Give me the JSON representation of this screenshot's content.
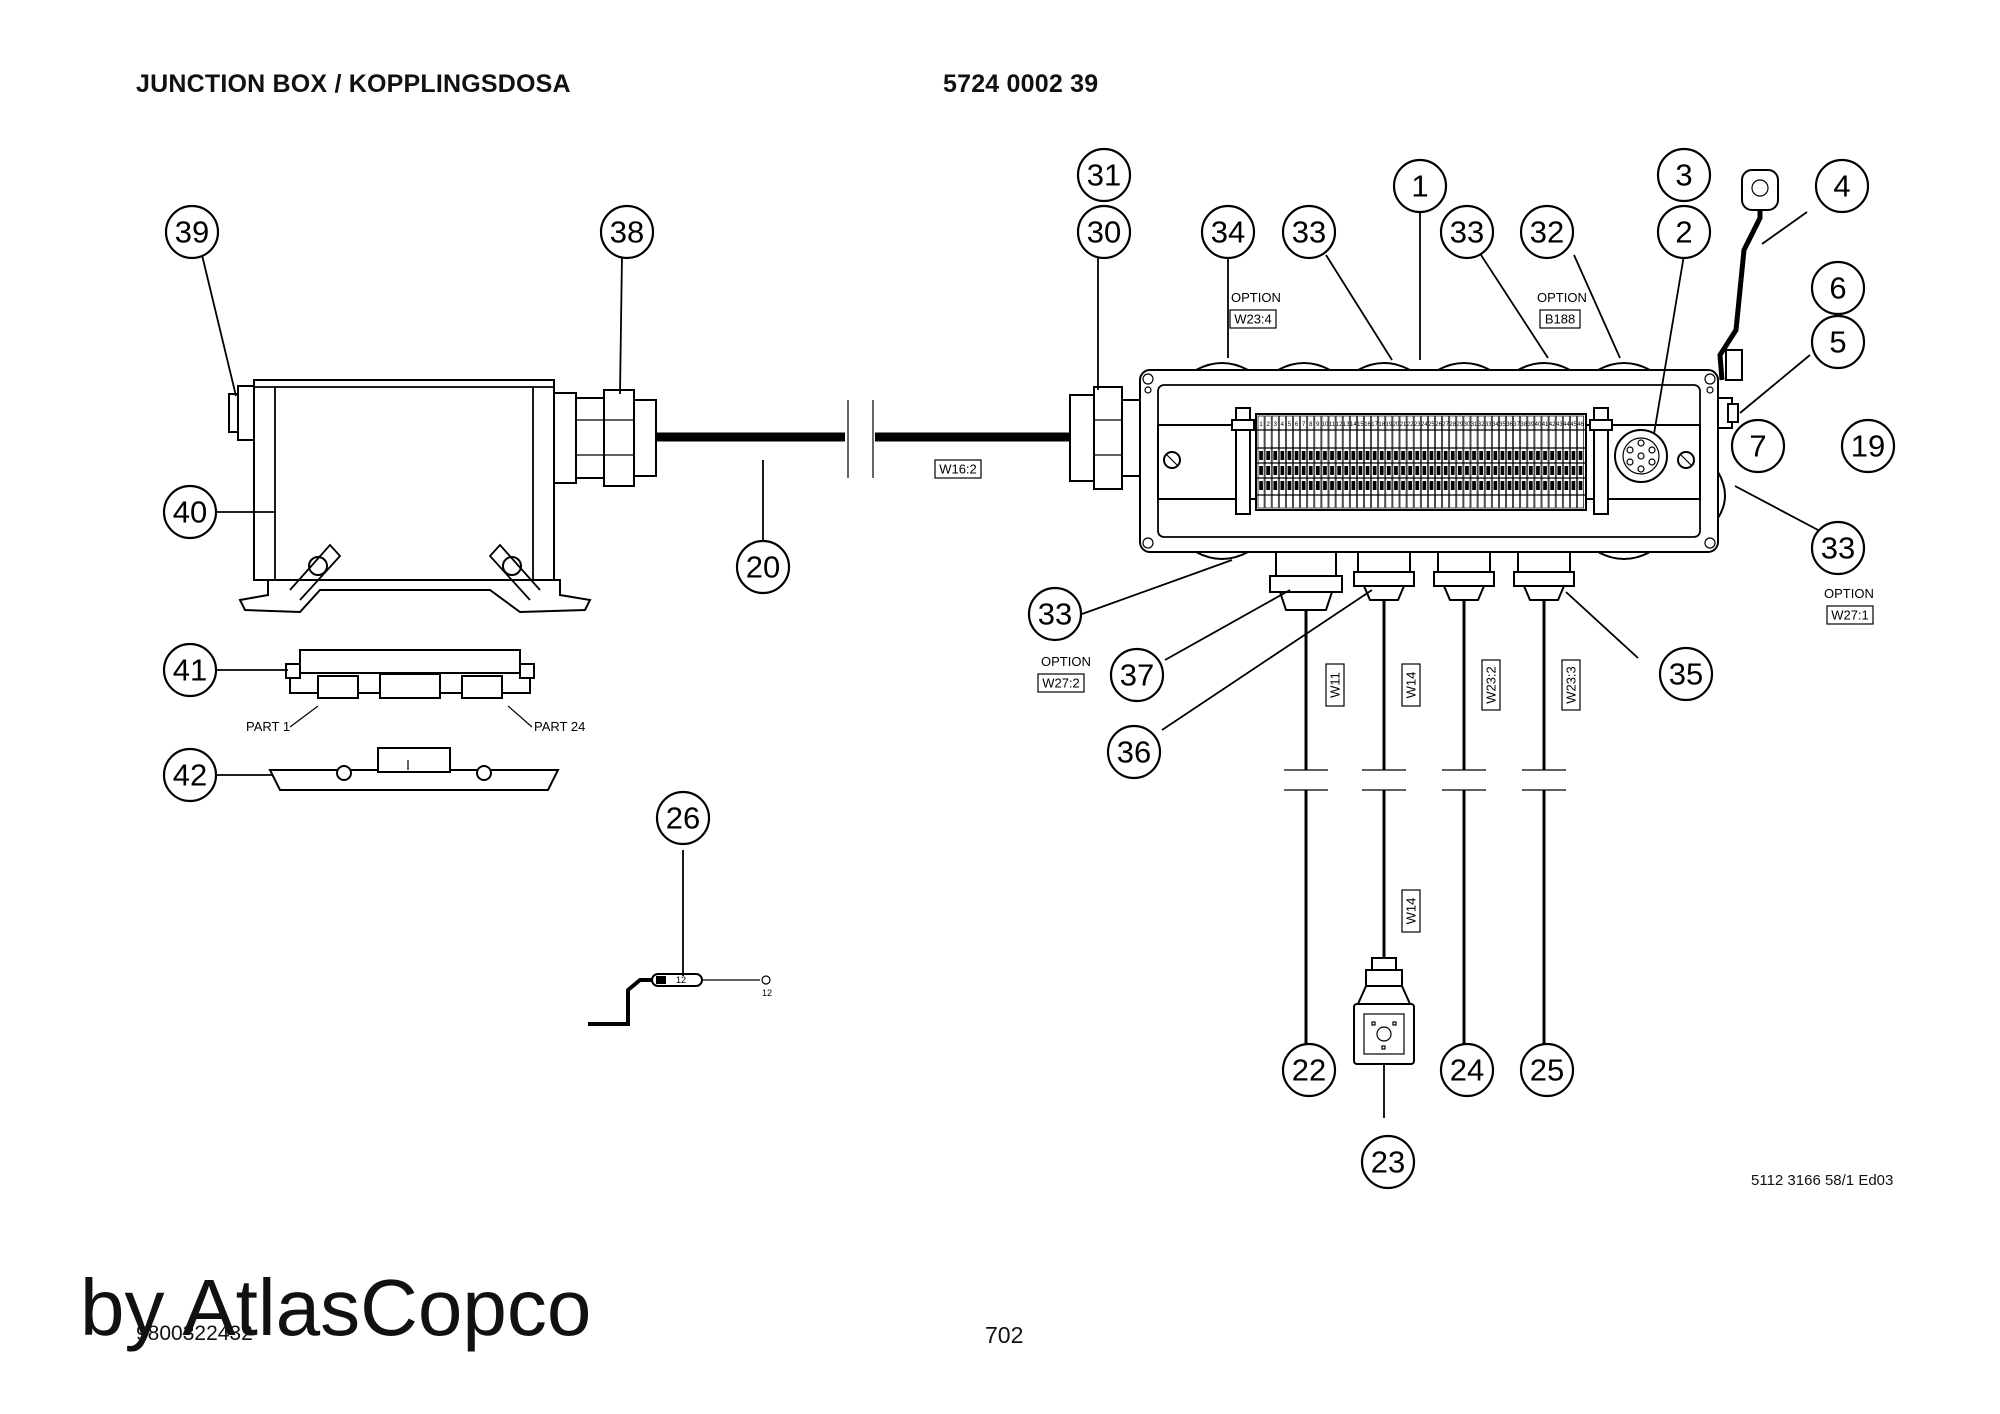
{
  "header": {
    "title": "JUNCTION BOX / KOPPLINGSDOSA",
    "part_number": "5724 0002 39"
  },
  "footer": {
    "doc_ref": "5112 3166 58/1 Ed03",
    "image_id": "9800322432",
    "page_number": "702",
    "watermark": "by AtlasCopco"
  },
  "balloons": {
    "b1": "1",
    "b2": "2",
    "b3": "3",
    "b4": "4",
    "b5": "5",
    "b6": "6",
    "b7": "7",
    "b19": "19",
    "b20": "20",
    "b22": "22",
    "b23": "23",
    "b24": "24",
    "b25": "25",
    "b26": "26",
    "b30": "30",
    "b31": "31",
    "b32": "32",
    "b33a": "33",
    "b33b": "33",
    "b33c": "33",
    "b33d": "33",
    "b34": "34",
    "b35": "35",
    "b36": "36",
    "b37": "37",
    "b38": "38",
    "b39": "39",
    "b40": "40",
    "b41": "41",
    "b42": "42"
  },
  "labels": {
    "option_w23_4": "OPTION",
    "w23_4": "W23:4",
    "option_b188": "OPTION",
    "b188": "B188",
    "option_w27_1": "OPTION",
    "w27_1": "W27:1",
    "option_w27_2": "OPTION",
    "w27_2": "W27:2",
    "w16_2": "W16:2",
    "part_1": "PART 1",
    "part_24": "PART 24",
    "w11": "W11",
    "w14_top": "W14",
    "w14_bottom": "W14",
    "w23_2": "W23:2",
    "w23_3": "W23:3",
    "wire_no": "12",
    "wire_tag": "12"
  },
  "terminal_numbers": [
    "1",
    "2",
    "3",
    "4",
    "5",
    "6",
    "7",
    "8",
    "9",
    "10",
    "11",
    "12",
    "13",
    "14",
    "15",
    "16",
    "17",
    "18",
    "19",
    "20",
    "21",
    "22",
    "23",
    "24",
    "25",
    "26",
    "27",
    "28",
    "29",
    "30",
    "31",
    "32",
    "33",
    "34",
    "35",
    "36",
    "37",
    "38",
    "39",
    "40",
    "41",
    "42",
    "43",
    "44",
    "45",
    "46"
  ]
}
